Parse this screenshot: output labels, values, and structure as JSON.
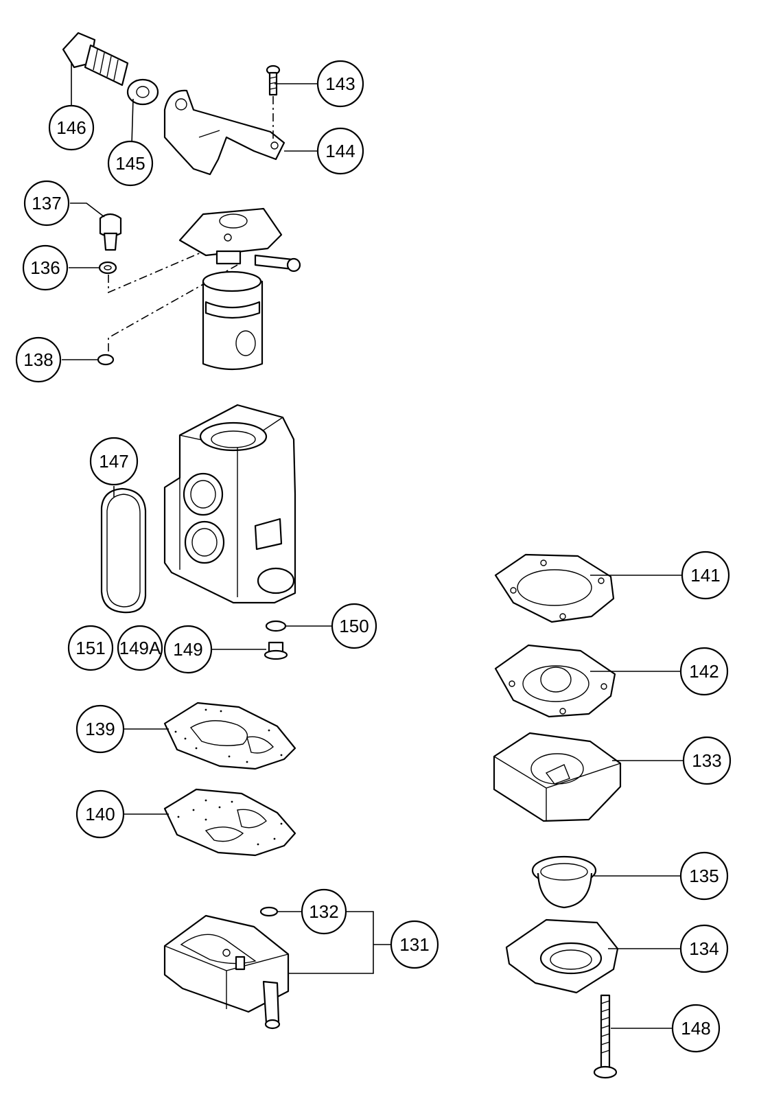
{
  "callouts": {
    "c131": "131",
    "c132": "132",
    "c133": "133",
    "c134": "134",
    "c135": "135",
    "c136": "136",
    "c137": "137",
    "c138": "138",
    "c139": "139",
    "c140": "140",
    "c141": "141",
    "c142": "142",
    "c143": "143",
    "c144": "144",
    "c145": "145",
    "c146": "146",
    "c147": "147",
    "c148": "148",
    "c149": "149",
    "c149A": "149A",
    "c150": "150",
    "c151": "151"
  },
  "colors": {
    "ink": "#000000",
    "paper": "#ffffff"
  }
}
